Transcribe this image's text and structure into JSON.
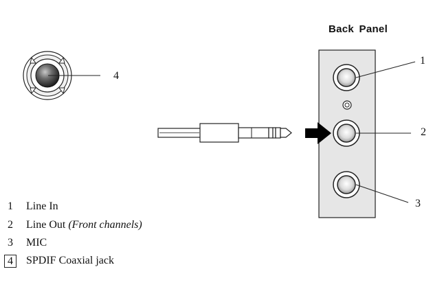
{
  "title": "Back  Panel",
  "callouts": {
    "spdif": "4",
    "jack1": "1",
    "jack2": "2",
    "jack3": "3"
  },
  "legend": [
    {
      "num": "1",
      "label": "Line In",
      "note": ""
    },
    {
      "num": "2",
      "label": "Line Out",
      "note": "(Front channels)"
    },
    {
      "num": "3",
      "label": "MIC",
      "note": ""
    },
    {
      "num": "4",
      "label": "SPDIF Coaxial jack",
      "note": ""
    }
  ]
}
